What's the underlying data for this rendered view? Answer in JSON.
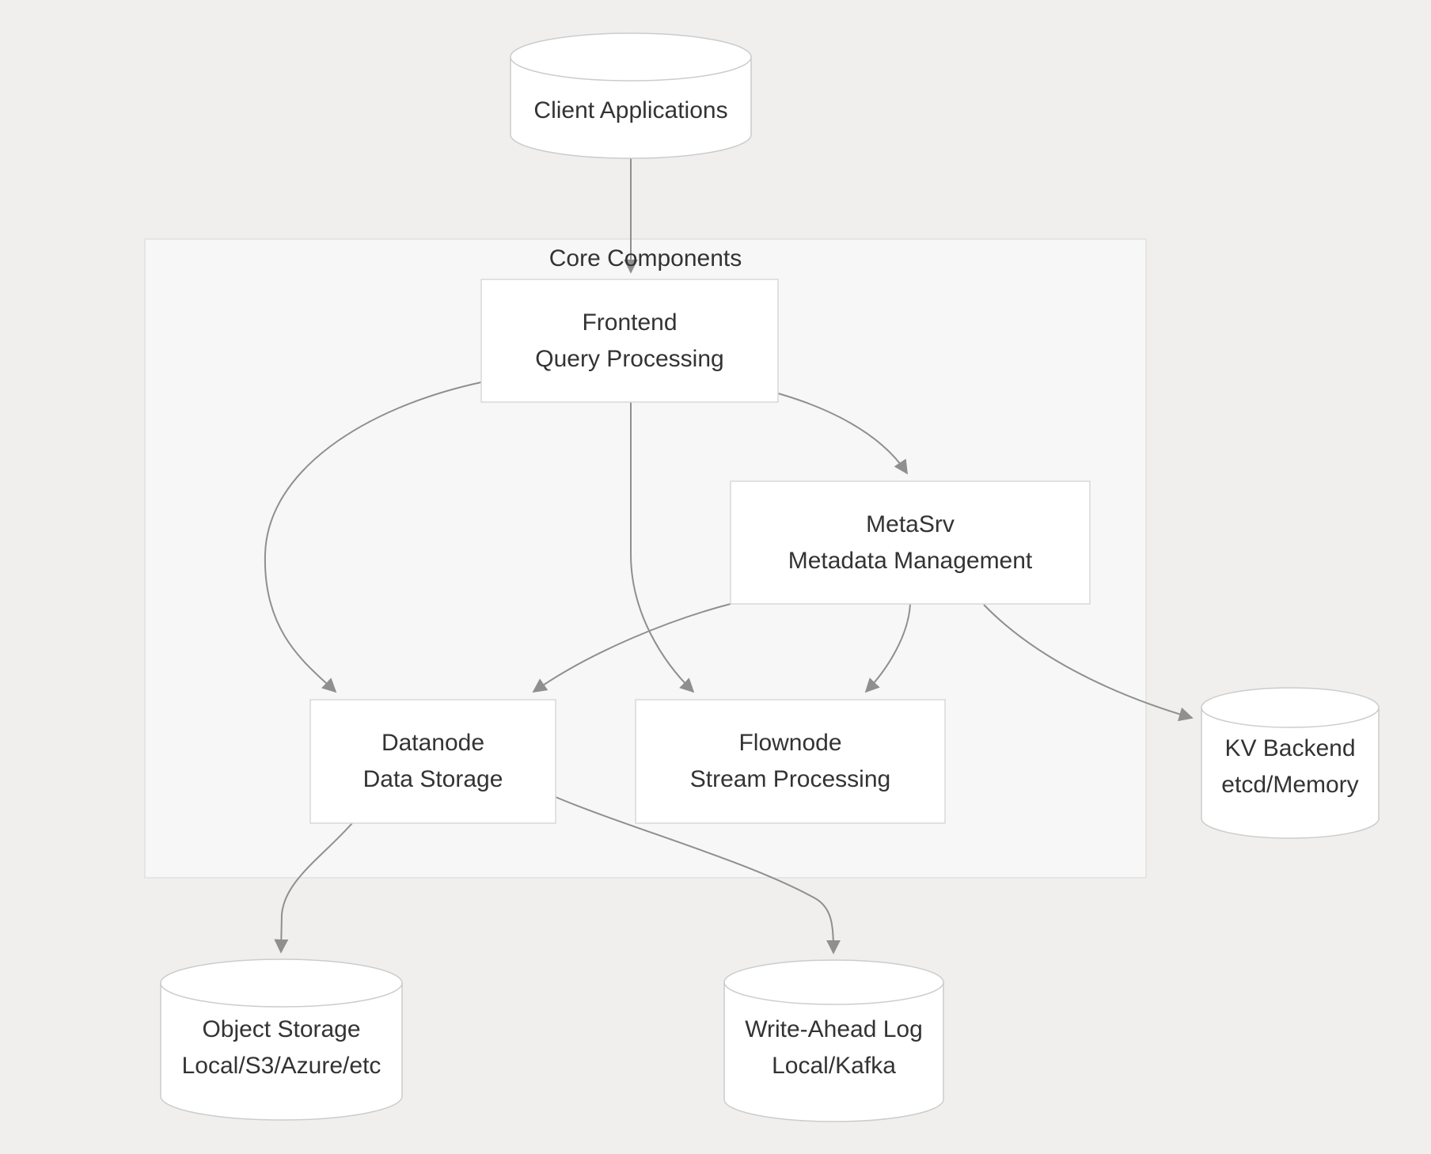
{
  "colors": {
    "background": "#f0efed",
    "subgraph_fill": "#f7f7f7",
    "subgraph_border": "#e2e1de",
    "node_fill": "#ffffff",
    "node_border": "#d9d9d9",
    "cylinder_border": "#cccccc",
    "edge": "#8f8f8f",
    "text": "#333333"
  },
  "subgraph": {
    "label": "Core Components"
  },
  "nodes": {
    "client": {
      "title": "Client Applications",
      "shape": "cylinder"
    },
    "frontend": {
      "title": "Frontend",
      "subtitle": "Query Processing",
      "shape": "rect"
    },
    "metasrv": {
      "title": "MetaSrv",
      "subtitle": "Metadata Management",
      "shape": "rect"
    },
    "datanode": {
      "title": "Datanode",
      "subtitle": "Data Storage",
      "shape": "rect"
    },
    "flownode": {
      "title": "Flownode",
      "subtitle": "Stream Processing",
      "shape": "rect"
    },
    "kv_backend": {
      "title": "KV Backend",
      "subtitle": "etcd/Memory",
      "shape": "cylinder"
    },
    "object_storage": {
      "title": "Object Storage",
      "subtitle": "Local/S3/Azure/etc",
      "shape": "cylinder"
    },
    "write_ahead_log": {
      "title": "Write-Ahead Log",
      "subtitle": "Local/Kafka",
      "shape": "cylinder"
    }
  },
  "edges": [
    {
      "from": "Client Applications",
      "to": "Frontend"
    },
    {
      "from": "Frontend",
      "to": "MetaSrv"
    },
    {
      "from": "Frontend",
      "to": "Datanode"
    },
    {
      "from": "Frontend",
      "to": "Flownode"
    },
    {
      "from": "MetaSrv",
      "to": "Datanode"
    },
    {
      "from": "MetaSrv",
      "to": "Flownode"
    },
    {
      "from": "MetaSrv",
      "to": "KV Backend"
    },
    {
      "from": "Datanode",
      "to": "Object Storage"
    },
    {
      "from": "Datanode",
      "to": "Write-Ahead Log"
    }
  ]
}
